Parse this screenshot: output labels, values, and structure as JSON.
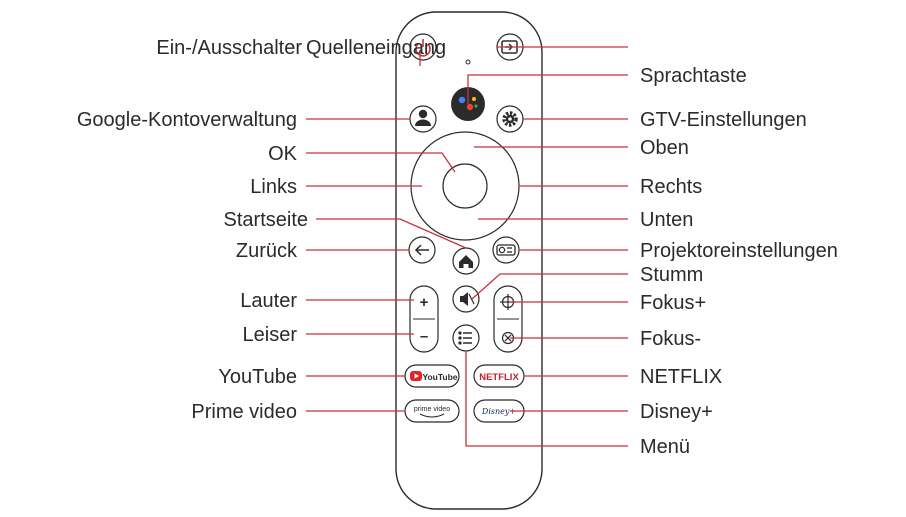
{
  "labels_left": {
    "power": "Ein-/Ausschalter",
    "source": "Quelleneingang",
    "google_account": "Google-Kontoverwaltung",
    "ok": "OK",
    "links": "Links",
    "startseite": "Startseite",
    "zurueck": "Zurück",
    "lauter": "Lauter",
    "leiser": "Leiser",
    "youtube": "YouTube",
    "prime": "Prime video"
  },
  "labels_right": {
    "voice": "Sprachtaste",
    "gtv": "GTV-Einstellungen",
    "oben": "Oben",
    "rechts": "Rechts",
    "unten": "Unten",
    "projector": "Projektoreinstellungen",
    "stumm": "Stumm",
    "fokus_plus": "Fokus+",
    "fokus_minus": "Fokus-",
    "netflix": "NETFLIX",
    "disney": "Disney+",
    "menu": "Menü"
  },
  "buttons": {
    "youtube_text": "YouTube",
    "netflix_text": "NETFLIX",
    "prime_text": "prime video",
    "disney_text": "Disney+",
    "plus": "+",
    "minus": "–"
  },
  "colors": {
    "leader": "#c8323a",
    "outline": "#2b2b2b",
    "youtube_red": "#e0262b",
    "netflix_red": "#c8202b",
    "disney_blue": "#1a2e6b",
    "google_blue": "#4285f4",
    "google_red": "#ea4335",
    "google_yellow": "#fbbc05",
    "google_green": "#34a853"
  },
  "icons": {
    "power": "power-icon",
    "source": "input-source-icon",
    "voice": "google-assistant-icon",
    "account": "person-icon",
    "settings": "gear-icon",
    "back": "arrow-left-icon",
    "home": "home-icon",
    "projector": "projector-icon",
    "mute": "speaker-mute-icon",
    "focus_plus": "focus-plus-icon",
    "focus_minus": "focus-minus-icon",
    "menu": "menu-list-icon"
  }
}
